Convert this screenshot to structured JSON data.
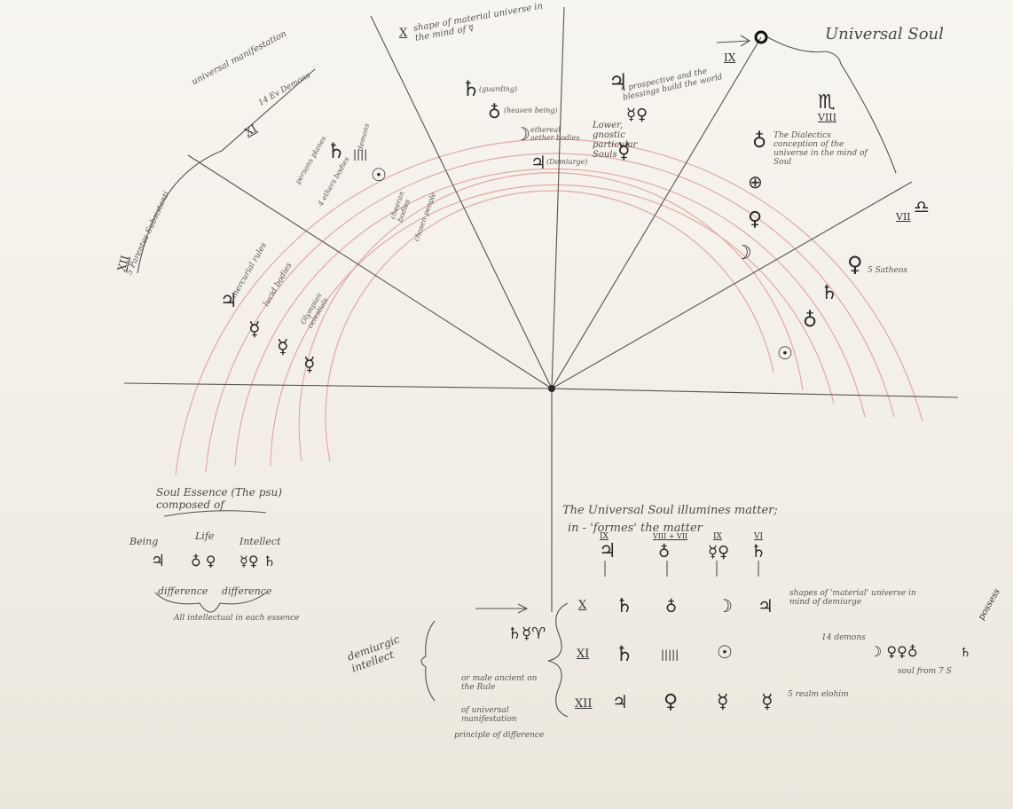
{
  "diagram": {
    "universal_soul": "Universal Soul",
    "numerals": {
      "ix": "IX",
      "viii": "VIII",
      "vii": "VII",
      "x": "X",
      "xi": "XI",
      "xii": "XII"
    },
    "top_notes": {
      "x_note": "shape of material universe in the mind of ☿",
      "jupiter_note": "4 prospective and the blessings build the world",
      "viii_note": "The Dialectics conception of the universe in the mind of Soul",
      "vii_note": "5 Satheos",
      "xi_note": "14 Ev Demons",
      "xii_note": "5 Parentes Subsistanti",
      "universal_manifestation": "universal manifestation",
      "saturn_label": "(guarding)",
      "earth_label": "(heaven being)",
      "moon_label": "ethereal aether bodies",
      "jupiter_label": "(Demiurge)",
      "particular_souls": "Lower, gnostic particular Souls",
      "persons_label": "persons planes",
      "ethers_label": "4 ethers bodies",
      "demons_label": "demons",
      "sun_bodies": "cheeran bodies",
      "mercurial_rules": "mercurial rules",
      "liquid_bodies": "lucid bodies",
      "olympian": "Olympian celestials",
      "sun_persons": "chosen people"
    },
    "lower": {
      "soul_essence": "Soul Essence (The psu) composed of",
      "being": "Being",
      "life": "Life",
      "intellect": "Intellect",
      "difference1": "difference",
      "difference2": "difference",
      "all_intellectual": "All intellectual in each essence",
      "universal_soul_line1": "The Universal Soul illumines matter;",
      "universal_soul_line2": "in - 'formes' the matter",
      "col_heads": [
        "IX",
        "VIII + VII",
        "IX",
        "VI"
      ],
      "row_x_note": "shapes of 'material' universe in mind of demiurge",
      "row_xi_note": "14 demons",
      "row_xi_note2": "soul from 7 S",
      "row_xii_note": "5 realm elohim",
      "demiurge_intellect": "demiurgic intellect",
      "or_male_note": "or male ancient on the Rule",
      "of_universal": "of universal manifestation",
      "principle": "principle of difference",
      "right_edge": "possess"
    }
  }
}
